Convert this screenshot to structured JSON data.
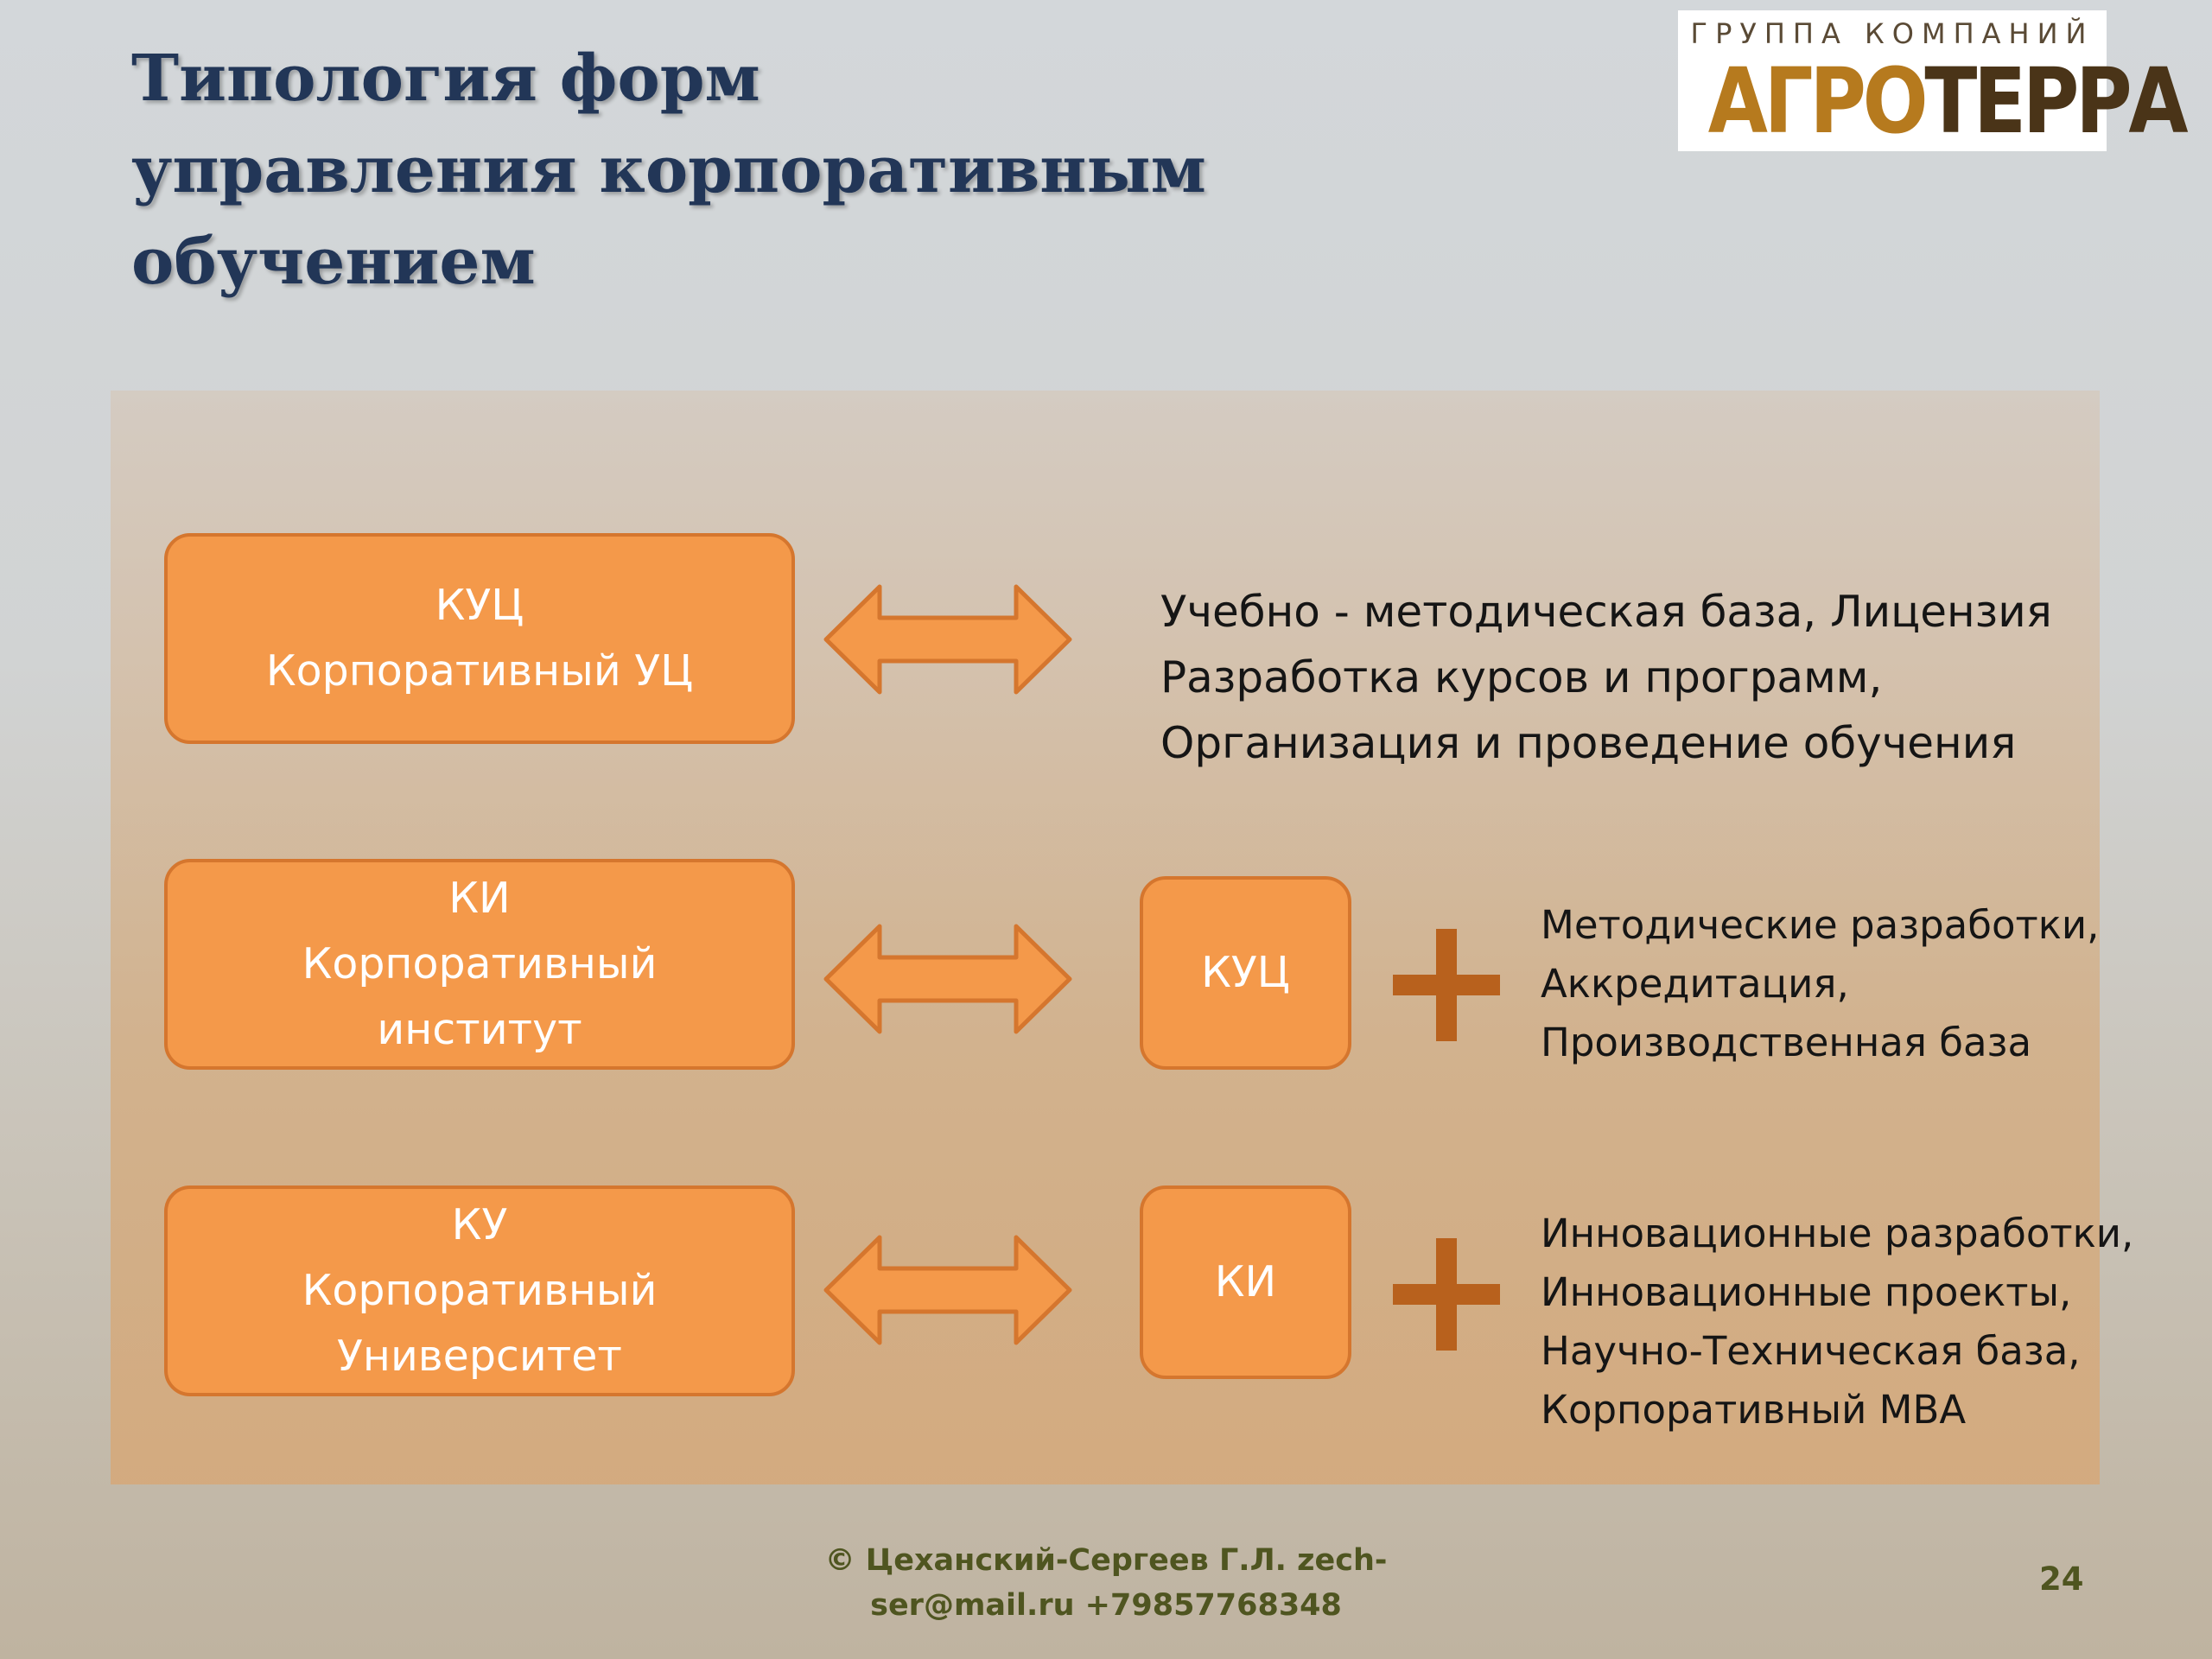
{
  "slide": {
    "title_line1": "Типология форм",
    "title_line2": "управления корпоративным обучением",
    "logo": {
      "top_text": "ГРУППА КОМПАНИЙ",
      "brand_part1": "АГРО",
      "brand_part2": "ТЕРРА"
    },
    "rows": [
      {
        "box_lines": [
          "КУЦ",
          "Корпоративный УЦ"
        ],
        "description": [
          "Учебно - методическая база, Лицензия",
          "Разработка курсов и программ,",
          "Организация и проведение обучения"
        ]
      },
      {
        "box_lines": [
          "КИ",
          "Корпоративный",
          "институт"
        ],
        "base_label": "КУЦ",
        "description": [
          "Методические разработки,",
          "Аккредитация,",
          "Производственная база"
        ]
      },
      {
        "box_lines": [
          "КУ",
          "Корпоративный",
          "Университет"
        ],
        "base_label": "КИ",
        "description": [
          "Инновационные разработки,",
          "Инновационные проекты,",
          "Научно-Техническая база,",
          "Корпоративный MBA"
        ]
      }
    ],
    "footer_line1": "© Цеханский-Сергеев Г.Л.  zech-",
    "footer_line2": "ser@mail.ru +79857768348",
    "page_number": "24",
    "colors": {
      "box_fill": "#f4994a",
      "box_border": "#d5762e",
      "plus": "#b8611d",
      "title": "#223657"
    },
    "icons": [
      "double-arrow-icon",
      "plus-icon"
    ]
  }
}
